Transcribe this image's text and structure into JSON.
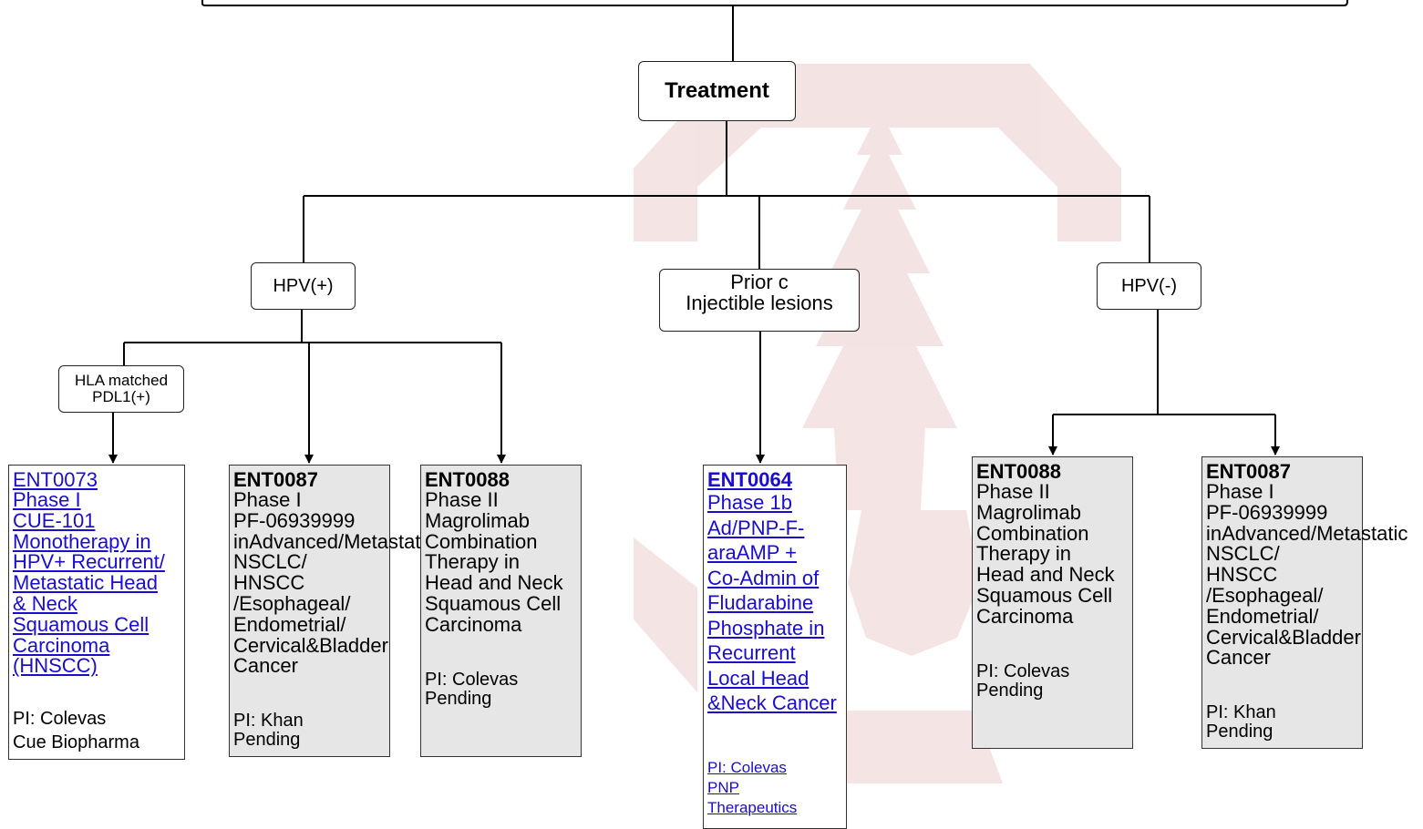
{
  "colors": {
    "line": "#000000",
    "card_gray": "#e6e6e6",
    "link": "#1a0dcc",
    "watermark": "#f2dede"
  },
  "nodes": {
    "treatment": "Treatment",
    "hpv_pos": "HPV(+)",
    "prior": {
      "line1": "Prior c",
      "line2": "Injectible lesions"
    },
    "hpv_neg": "HPV(-)",
    "hla": {
      "line1": "HLA matched",
      "line2": "PDL1(+)"
    }
  },
  "trials": {
    "ent0073": {
      "code": "ENT0073",
      "lines": [
        "Phase I",
        "CUE-101",
        "Monotherapy in",
        "HPV+ Recurrent/",
        "Metastatic Head",
        "& Neck",
        "Squamous Cell",
        "Carcinoma",
        "(HNSCC)"
      ],
      "pi": "PI: Colevas",
      "sponsor": "Cue Biopharma"
    },
    "ent0087_left": {
      "code": "ENT0087",
      "lines": [
        "Phase I",
        "PF-06939999",
        "inAdvanced/Metastatic",
        "NSCLC/",
        "HNSCC",
        "/Esophageal/",
        "Endometrial/",
        "Cervical&Bladder",
        "Cancer"
      ],
      "pi": "PI: Khan",
      "status": "Pending"
    },
    "ent0088_left": {
      "code": "ENT0088",
      "lines": [
        "Phase II",
        "Magrolimab",
        "Combination",
        "Therapy in",
        "Head and Neck",
        "Squamous Cell",
        "Carcinoma"
      ],
      "pi": "PI: Colevas",
      "status": "Pending"
    },
    "ent0064": {
      "code": "ENT0064",
      "lines": [
        "Phase 1b",
        "Ad/PNP-F-",
        "araAMP +",
        "Co-Admin of",
        "Fludarabine",
        "Phosphate in",
        "Recurrent",
        "Local Head",
        "&Neck Cancer"
      ],
      "pi": "PI: Colevas",
      "sponsor_line1": "PNP",
      "sponsor_line2": "Therapeutics"
    },
    "ent0088_right": {
      "code": "ENT0088",
      "lines": [
        "Phase II",
        "Magrolimab",
        "Combination",
        "Therapy in",
        "Head and Neck",
        "Squamous Cell",
        "Carcinoma"
      ],
      "pi": "PI: Colevas",
      "status": "Pending"
    },
    "ent0087_right": {
      "code": "ENT0087",
      "lines": [
        "Phase I",
        "PF-06939999",
        "inAdvanced/Metastatic",
        "NSCLC/",
        "HNSCC",
        "/Esophageal/",
        "Endometrial/",
        "Cervical&Bladder",
        "Cancer"
      ],
      "pi": "PI: Khan",
      "status": "Pending"
    }
  }
}
